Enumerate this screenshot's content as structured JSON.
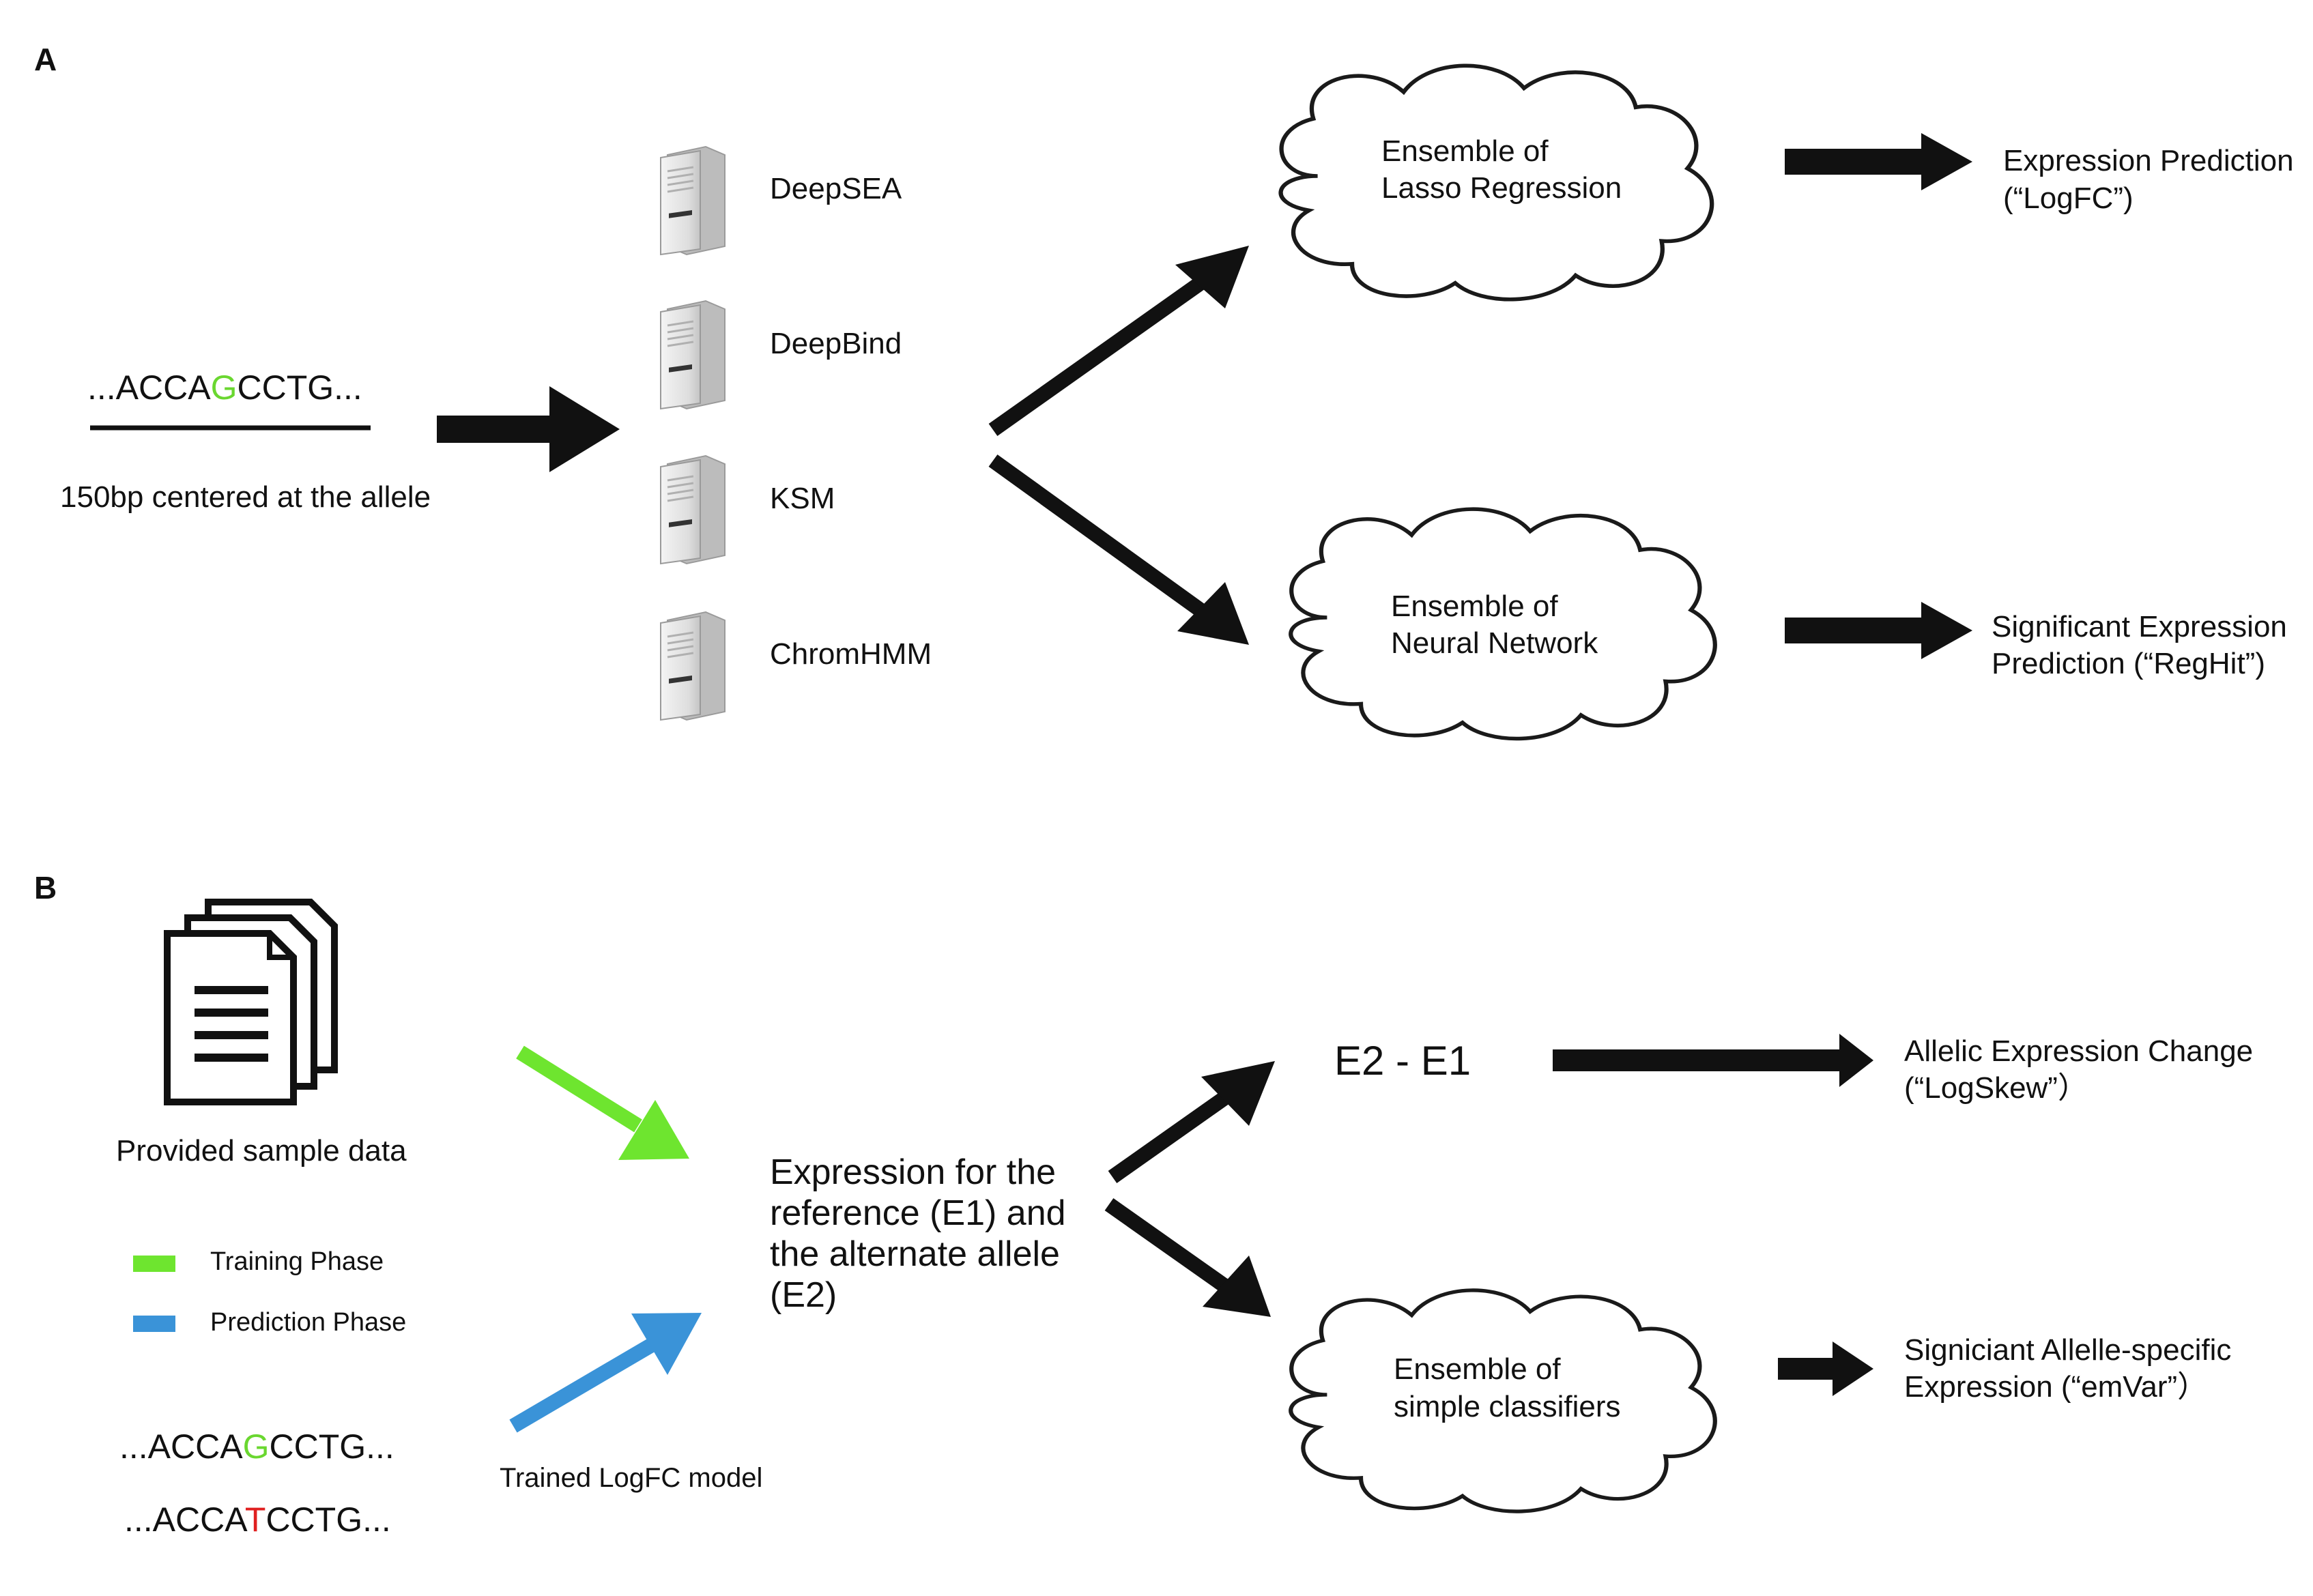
{
  "panel_a": {
    "label": "A",
    "sequence": {
      "prefix": "...ACCA",
      "allele": "G",
      "suffix": "CCTG..."
    },
    "sequence_caption": "150bp centered at the allele",
    "tools": [
      {
        "name": "DeepSEA",
        "icon": "server-icon"
      },
      {
        "name": "DeepBind",
        "icon": "server-icon"
      },
      {
        "name": "KSM",
        "icon": "server-icon"
      },
      {
        "name": "ChromHMM",
        "icon": "server-icon"
      }
    ],
    "cloud_top": {
      "line1": "Ensemble of",
      "line2": "Lasso Regression"
    },
    "cloud_bottom": {
      "line1": "Ensemble of",
      "line2": "Neural Network"
    },
    "output_top": {
      "line1": "Expression Prediction",
      "line2": "(“LogFC”)"
    },
    "output_bottom": {
      "line1": "Significant Expression",
      "line2": "Prediction (“RegHit”)"
    }
  },
  "panel_b": {
    "label": "B",
    "documents_caption": "Provided sample data",
    "legend": [
      {
        "label": "Training Phase",
        "color": "#6ee52f"
      },
      {
        "label": "Prediction Phase",
        "color": "#3a93d8"
      }
    ],
    "sequence_ref": {
      "prefix": "...ACCA",
      "allele": "G",
      "suffix": "CCTG..."
    },
    "sequence_alt": {
      "prefix": "...ACCA",
      "allele": "T",
      "suffix": "CCTG..."
    },
    "model_caption": "Trained LogFC model",
    "expression_text": [
      "Expression for the",
      "reference (E1) and",
      "the alternate allele",
      "(E2)"
    ],
    "difference": "E2 - E1",
    "cloud": {
      "line1": "Ensemble of",
      "line2": "simple classifiers"
    },
    "output_top": {
      "line1": "Allelic Expression Change",
      "line2": "(“LogSkew”）"
    },
    "output_bottom": {
      "line1": "Signiciant Allelle-specific",
      "line2": "Expression  (“emVar”）"
    }
  }
}
